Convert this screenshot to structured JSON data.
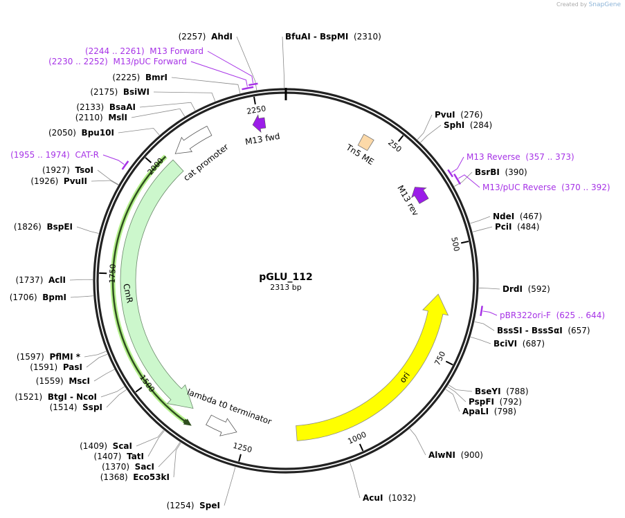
{
  "credit": {
    "prefix": "Created by",
    "brand": "SnapGene"
  },
  "plasmid": {
    "name": "pGLU_112",
    "length": "2313 bp",
    "total_bp": 2313
  },
  "colors": {
    "primer": "#a632e6",
    "cmr": "#ccf7cc",
    "ori": "#ffff00",
    "tn5": "#fcd9a8",
    "primer_feature": "#9b1de8",
    "highlight": "#b4f08c"
  },
  "sites": [
    {
      "name": "AhdI",
      "pos": 2257
    },
    {
      "name": "BmrI",
      "pos": 2225
    },
    {
      "name": "BsiWI",
      "pos": 2175
    },
    {
      "name": "BsaAI",
      "pos": 2133
    },
    {
      "name": "MslI",
      "pos": 2110
    },
    {
      "name": "Bpu10I",
      "pos": 2050
    },
    {
      "name": "TsoI",
      "pos": 1927
    },
    {
      "name": "PvuII",
      "pos": 1926
    },
    {
      "name": "BspEI",
      "pos": 1826
    },
    {
      "name": "AclI",
      "pos": 1737
    },
    {
      "name": "BpmI",
      "pos": 1706
    },
    {
      "name": "PflMI *",
      "pos": 1597
    },
    {
      "name": "PasI",
      "pos": 1591
    },
    {
      "name": "MscI",
      "pos": 1559
    },
    {
      "name": "BtgI  - NcoI",
      "pos": 1521
    },
    {
      "name": "SspI",
      "pos": 1514
    },
    {
      "name": "ScaI",
      "pos": 1409
    },
    {
      "name": "TatI",
      "pos": 1407
    },
    {
      "name": "SacI",
      "pos": 1370
    },
    {
      "name": "Eco53kI",
      "pos": 1368
    },
    {
      "name": "SpeI",
      "pos": 1254
    },
    {
      "name": "BfuAI  - BspMI",
      "pos": 2310
    },
    {
      "name": "PvuI",
      "pos": 276
    },
    {
      "name": "SphI",
      "pos": 284
    },
    {
      "name": "BsrBI",
      "pos": 390
    },
    {
      "name": "NdeI",
      "pos": 467
    },
    {
      "name": "PciI",
      "pos": 484
    },
    {
      "name": "DrdI",
      "pos": 592
    },
    {
      "name": "BssSI  - BssSαI",
      "pos": 657
    },
    {
      "name": "BciVI",
      "pos": 687
    },
    {
      "name": "BseYI",
      "pos": 788
    },
    {
      "name": "PspFI",
      "pos": 792
    },
    {
      "name": "ApaLI",
      "pos": 798
    },
    {
      "name": "AlwNI",
      "pos": 900
    },
    {
      "name": "AcuI",
      "pos": 1032
    }
  ],
  "primers": [
    {
      "name": "M13 Forward",
      "start": 2244,
      "end": 2261,
      "range": "(2244 .. 2261)"
    },
    {
      "name": "M13/pUC Forward",
      "start": 2230,
      "end": 2252,
      "range": "(2230 .. 2252)"
    },
    {
      "name": "CAT-R",
      "start": 1955,
      "end": 1974,
      "range": "(1955 .. 1974)"
    },
    {
      "name": "M13 Reverse",
      "start": 357,
      "end": 373,
      "range": "(357 .. 373)"
    },
    {
      "name": "M13/pUC Reverse",
      "start": 370,
      "end": 392,
      "range": "(370 .. 392)"
    },
    {
      "name": "pBR322ori-F",
      "start": 625,
      "end": 644,
      "range": "(625 .. 644)"
    }
  ],
  "ticks": [
    250,
    500,
    750,
    1000,
    1250,
    1500,
    1750,
    2000,
    2250
  ],
  "features": {
    "cmr": "CmR",
    "ori": "ori",
    "cat_promoter": "cat promoter",
    "lambda": "lambda t0 terminator",
    "m13fwd": "M13 fwd",
    "tn5": "Tn5 ME",
    "m13rev": "M13 rev"
  }
}
